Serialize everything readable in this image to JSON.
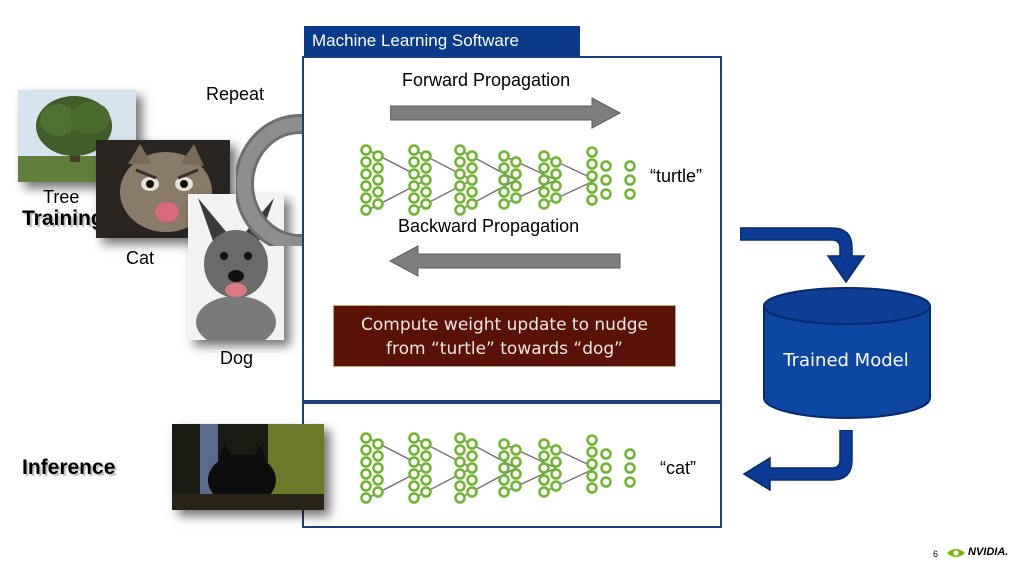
{
  "header": {
    "software_title": "Machine Learning Software"
  },
  "training": {
    "section_label": "Training",
    "repeat_label": "Repeat",
    "images": [
      {
        "caption": "Tree",
        "icon": "tree-photo"
      },
      {
        "caption": "Cat",
        "icon": "cat-photo"
      },
      {
        "caption": "Dog",
        "icon": "dog-photo"
      }
    ],
    "forward_label": "Forward Propagation",
    "backward_label": "Backward Propagation",
    "output_label": "“turtle”",
    "callout_line1": "Compute weight update to nudge",
    "callout_line2": "from “turtle” towards “dog”"
  },
  "model": {
    "label": "Trained Model"
  },
  "inference": {
    "section_label": "Inference",
    "output_label": "“cat”",
    "image_icon": "cat-in-dark-photo"
  },
  "footer": {
    "page_number": "6",
    "brand": "NVIDIA."
  },
  "colors": {
    "accent_blue": "#0a3a8a",
    "callout_bg": "#5a1208",
    "neuron_green": "#6cb52d",
    "arrow_gray": "#808080"
  }
}
